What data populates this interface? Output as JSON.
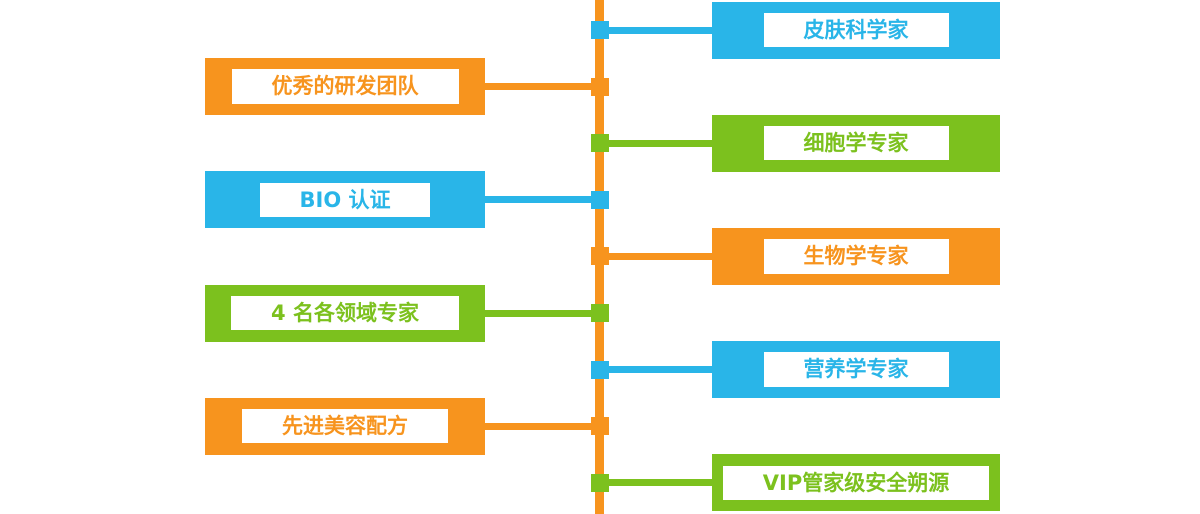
{
  "diagram": {
    "colors": {
      "orange": "#F7941E",
      "blue": "#29B5E8",
      "green": "#7CC11E"
    },
    "center_line_color": "orange",
    "rows": [
      {
        "label": "皮肤科学家",
        "side": "right",
        "color": "blue"
      },
      {
        "label": "优秀的研发团队",
        "side": "left",
        "color": "orange"
      },
      {
        "label": "细胞学专家",
        "side": "right",
        "color": "green"
      },
      {
        "label": "BIO 认证",
        "side": "left",
        "color": "blue"
      },
      {
        "label": "生物学专家",
        "side": "right",
        "color": "orange"
      },
      {
        "label": "4 名各领域专家",
        "side": "left",
        "color": "green"
      },
      {
        "label": "营养学专家",
        "side": "right",
        "color": "blue"
      },
      {
        "label": "先进美容配方",
        "side": "left",
        "color": "orange"
      },
      {
        "label": "VIP管家级安全朔源",
        "side": "right",
        "color": "green"
      }
    ]
  }
}
